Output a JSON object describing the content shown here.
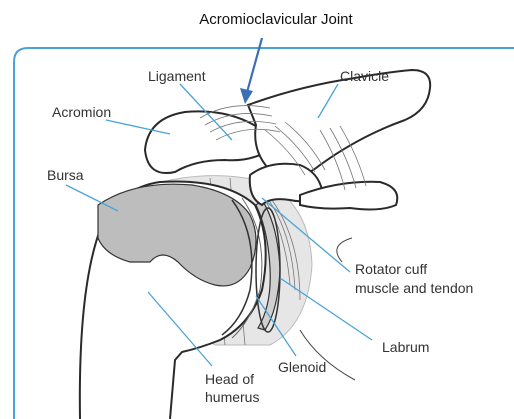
{
  "title": "Acromioclavicular Joint",
  "labels": {
    "ligament": "Ligament",
    "clavicle": "Clavicle",
    "acromion": "Acromion",
    "bursa": "Bursa",
    "rotator_line1": "Rotator cuff",
    "rotator_line2": "muscle and tendon",
    "labrum": "Labrum",
    "glenoid": "Glenoid",
    "head_line1": "Head of",
    "head_line2": "humerus"
  },
  "colors": {
    "frame": "#4aa3d8",
    "pointer_lines": "#4aa3d8",
    "arrow": "#3a6fb5",
    "bursa_fill": "#bdbdbd",
    "rotator_shade": "#e6e6e6"
  }
}
